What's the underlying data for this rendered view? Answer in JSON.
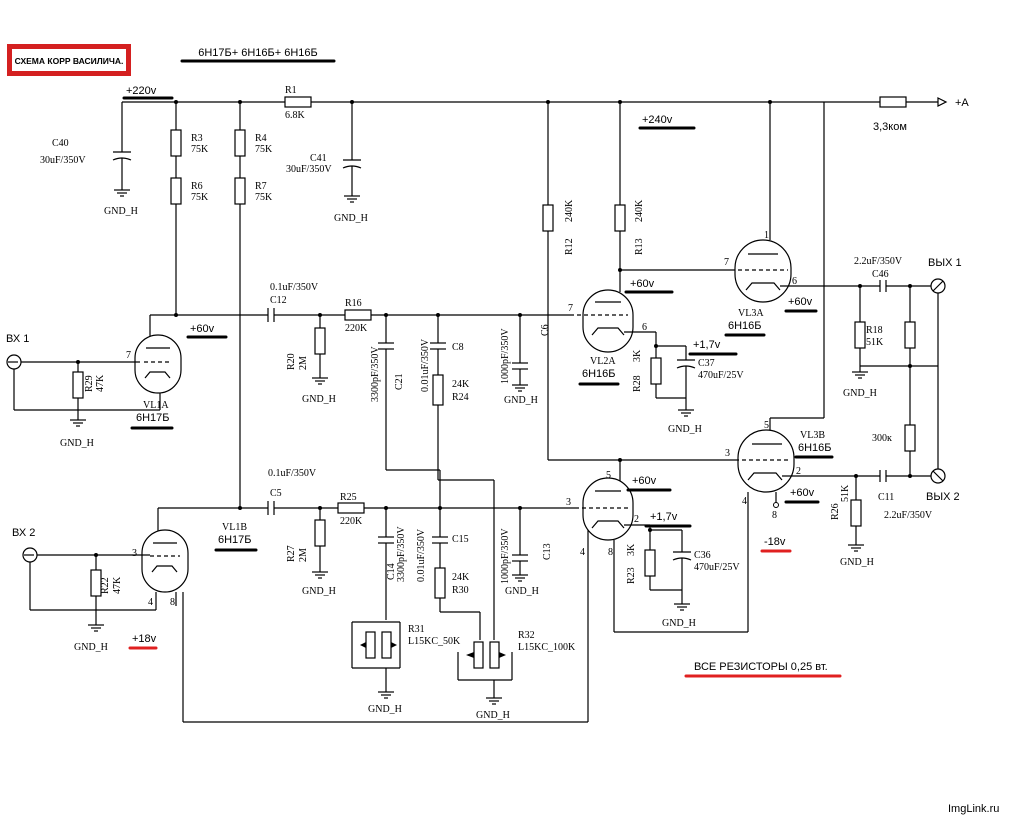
{
  "badge": "СХЕМА КОРР ВАСИЛИЧА.",
  "header": "6Н17Б+ 6Н16Б+ 6Н16Б",
  "note": "ВСЕ  РЕЗИСТОРЫ  0,25 вт.",
  "watermark": "ImgLink.ru",
  "rail": {
    "plus_a": "+A",
    "r_out": "3,3ком"
  },
  "voltages": {
    "v220": "+220v",
    "v240": "+240v",
    "v60a": "+60v",
    "v60b": "+60v",
    "v60c": "+60v",
    "v60d": "+60v",
    "v60e": "+60v",
    "v17a": "+1,7v",
    "v17b": "+1,7v",
    "v18p": "+18v",
    "v18m": "-18v"
  },
  "io": {
    "in1": "ВХ 1",
    "in2": "ВХ 2",
    "out1": "ВЫХ 1",
    "out2": "ВЫХ 2"
  },
  "gnd": "GND_H",
  "parts": {
    "R1": "R1",
    "R1v": "6.8K",
    "R3": "R3",
    "R3v": "75K",
    "R4": "R4",
    "R4v": "75K",
    "R6": "R6",
    "R6v": "75K",
    "R7": "R7",
    "R7v": "75K",
    "C40": "C40",
    "C40v": "30uF/350V",
    "C41": "C41",
    "C41v": "30uF/350V",
    "R12": "R12",
    "R12v": "240K",
    "R13": "R13",
    "R13v": "240K",
    "C12": "C12",
    "C12v": "0.1uF/350V",
    "R16": "R16",
    "R16v": "220K",
    "R20": "R20",
    "R20v": "2M",
    "C21": "C21",
    "C21v": "3300pF/350V",
    "C8": "C8",
    "C8v": "0.01uF/350V",
    "R24": "R24",
    "R24v": "24K",
    "C6": "C6",
    "C6v": "1000pF/350V",
    "R29": "R29",
    "R29v": "47K",
    "VL1A": "VL1A",
    "VL1At": "6Н17Б",
    "VL2A": "VL2A",
    "VL2At": "6Н16Б",
    "R28": "R28",
    "R28v": "3K",
    "C37": "C37",
    "C37v": "470uF/25V",
    "VL3A": "VL3A",
    "VL3At": "6Н16Б",
    "C46": "C46",
    "C46v": "2.2uF/350V",
    "R18": "R18",
    "R18v": "51K",
    "r300": "300к",
    "VL3B": "VL3B",
    "VL3Bt": "6Н16Б",
    "C11": "C11",
    "C11v": "2.2uF/350V",
    "R26": "R26",
    "R26v": "51K",
    "C5": "C5",
    "C5v": "0.1uF/350V",
    "VL1B": "VL1B",
    "VL1Bt": "6Н17Б",
    "R25": "R25",
    "R25v": "220K",
    "R27": "R27",
    "R27v": "2M",
    "C14": "C14",
    "C14v": "3300pF/350V",
    "C15": "C15",
    "C15v": "0.01uF/350V",
    "R30": "R30",
    "R30v": "24K",
    "C13": "C13",
    "C13v": "1000pF/350V",
    "R22": "R22",
    "R22v": "47K",
    "R23": "R23",
    "R23v": "3K",
    "C36": "C36",
    "C36v": "470uF/25V",
    "R31": "R31",
    "R31v": "L15KC_50K",
    "R32": "R32",
    "R32v": "L15KC_100K"
  },
  "pins": {
    "p1": "1",
    "p2": "2",
    "p3": "3",
    "p4": "4",
    "p5": "5",
    "p6": "6",
    "p7": "7",
    "p8": "8"
  }
}
